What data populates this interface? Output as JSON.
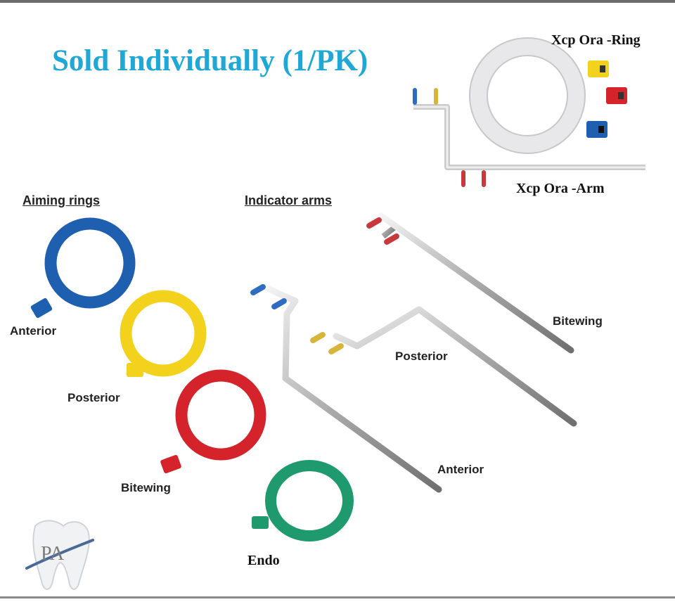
{
  "title": "Sold Individually (1/PK)",
  "kit": {
    "ring_label": "Xcp Ora -Ring",
    "arm_label": "Xcp Ora -Arm"
  },
  "aiming_rings": {
    "heading": "Aiming rings",
    "items": [
      {
        "label": "Anterior",
        "color": "#1f5fb0"
      },
      {
        "label": "Posterior",
        "color": "#f2d21c"
      },
      {
        "label": "Bitewing",
        "color": "#d4232a"
      },
      {
        "label": "Endo",
        "color": "#1f9a6e"
      }
    ]
  },
  "indicator_arms": {
    "heading": "Indicator arms",
    "items": [
      {
        "label": "Bitewing",
        "tip_color": "#c8383c"
      },
      {
        "label": "Posterior",
        "tip_color": "#d9b43a"
      },
      {
        "label": "Anterior",
        "tip_color": "#2e6cc2"
      }
    ]
  },
  "logo": {
    "text": "PA"
  }
}
